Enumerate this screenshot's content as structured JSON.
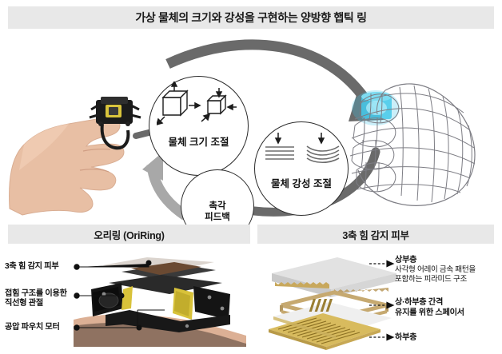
{
  "main_title": "가상 물체의 크기와 강성을 구현하는 양방향 햅틱 링",
  "sections": {
    "left_title": "오리링 (OriRing)",
    "right_title": "3축 힘 감지 피부"
  },
  "cycle": {
    "circle_size_label": "물체 크기 조절",
    "circle_stiffness_label": "물체 강성 조절",
    "circle_feedback_label_line1": "촉각",
    "circle_feedback_label_line2": "피드백",
    "forward_arrow": "forward-arrow",
    "return_arrow": "return-arrow"
  },
  "images": {
    "hand_photo": "hand-holding-oriring-photo",
    "wireframe_hand": "wireframe-hand-grasping-virtual-object",
    "device_photo": "oriring-device-photo",
    "sensor_art": "three-axis-force-sensor-exploded-view"
  },
  "device_callouts": [
    {
      "id": "skin",
      "text": "3축 힘 감지 피부"
    },
    {
      "id": "joint",
      "line1": "접힘 구조를 이용한",
      "line2": "직선형 관절"
    },
    {
      "id": "motor",
      "text": "공압 파우치 모터"
    }
  ],
  "sensor_callouts": [
    {
      "id": "top",
      "heading": "상부층",
      "line1": "사각형 어레이 금속 패턴을",
      "line2": "포함하는 피라미드 구조"
    },
    {
      "id": "spacer",
      "heading": "상·하부층 간격",
      "line1": "유지를 위한 스페이서",
      "line2": ""
    },
    {
      "id": "bottom",
      "heading": "하부층",
      "line1": "",
      "line2": ""
    }
  ],
  "colors": {
    "bar_bg": "#e8e8e8",
    "text": "#111111",
    "arrow_forward": "#6a6a6a",
    "arrow_return": "#a8a8a8",
    "circle_stroke": "#2b2b2b",
    "virtual_object": "#3fc6e8",
    "gold": "#c9a227",
    "device_body": "#1b1b1b"
  }
}
